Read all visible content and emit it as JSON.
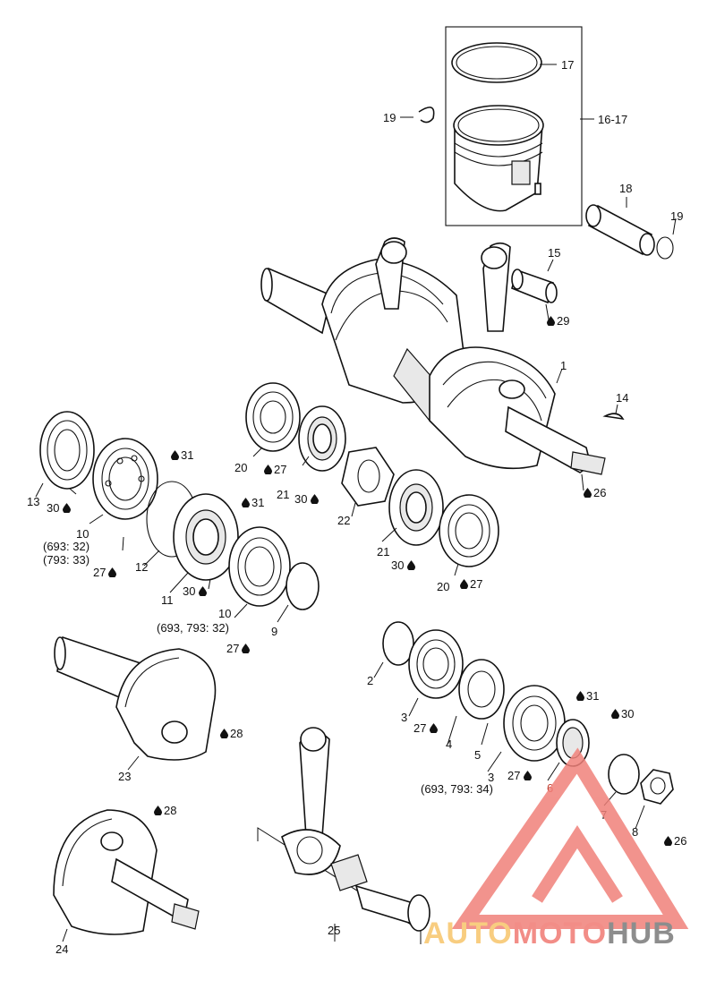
{
  "labels": {
    "l1": "1",
    "l2": "2",
    "l3a": "3",
    "l3b": "3",
    "l4": "4",
    "l5": "5",
    "l6": "6",
    "l7": "7",
    "l8": "8",
    "l9": "9",
    "l10a": "10",
    "l10a_note1": "(693: 32)",
    "l10a_note2": "(793: 33)",
    "l10b": "10",
    "l10b_note": "(693, 793: 32)",
    "l11": "11",
    "l12": "12",
    "l13": "13",
    "l14": "14",
    "l15": "15",
    "l16": "16-17",
    "l17": "17",
    "l18": "18",
    "l19a": "19",
    "l19b": "19",
    "l20a": "20",
    "l20b": "20",
    "l21a": "21",
    "l21b": "21",
    "l22": "22",
    "l23": "23",
    "l24": "24",
    "l25": "25",
    "l3b_note": "(693, 793: 34)",
    "lub_26a": "26",
    "lub_26b": "26",
    "lub_27a": "27",
    "lub_27b": "27",
    "lub_27c": "27",
    "lub_27d": "27",
    "lub_27e": "27",
    "lub_27f": "27",
    "lub_28a": "28",
    "lub_28b": "28",
    "lub_29": "29",
    "lub_30a": "30",
    "lub_30b": "30",
    "lub_30c": "30",
    "lub_30d": "30",
    "lub_30e": "30",
    "lub_31a": "31",
    "lub_31b": "31",
    "lub_31c": "31"
  },
  "watermark": {
    "part1": "AUTO",
    "part2": "MOTO",
    "part3": "HUB",
    "colors": {
      "auto": "#f7c56b",
      "moto": "#f07a73",
      "hub": "#7a7a7a",
      "triangle": "#f0817a"
    }
  },
  "icons": {
    "lubricant": "oil-drop-icon"
  }
}
